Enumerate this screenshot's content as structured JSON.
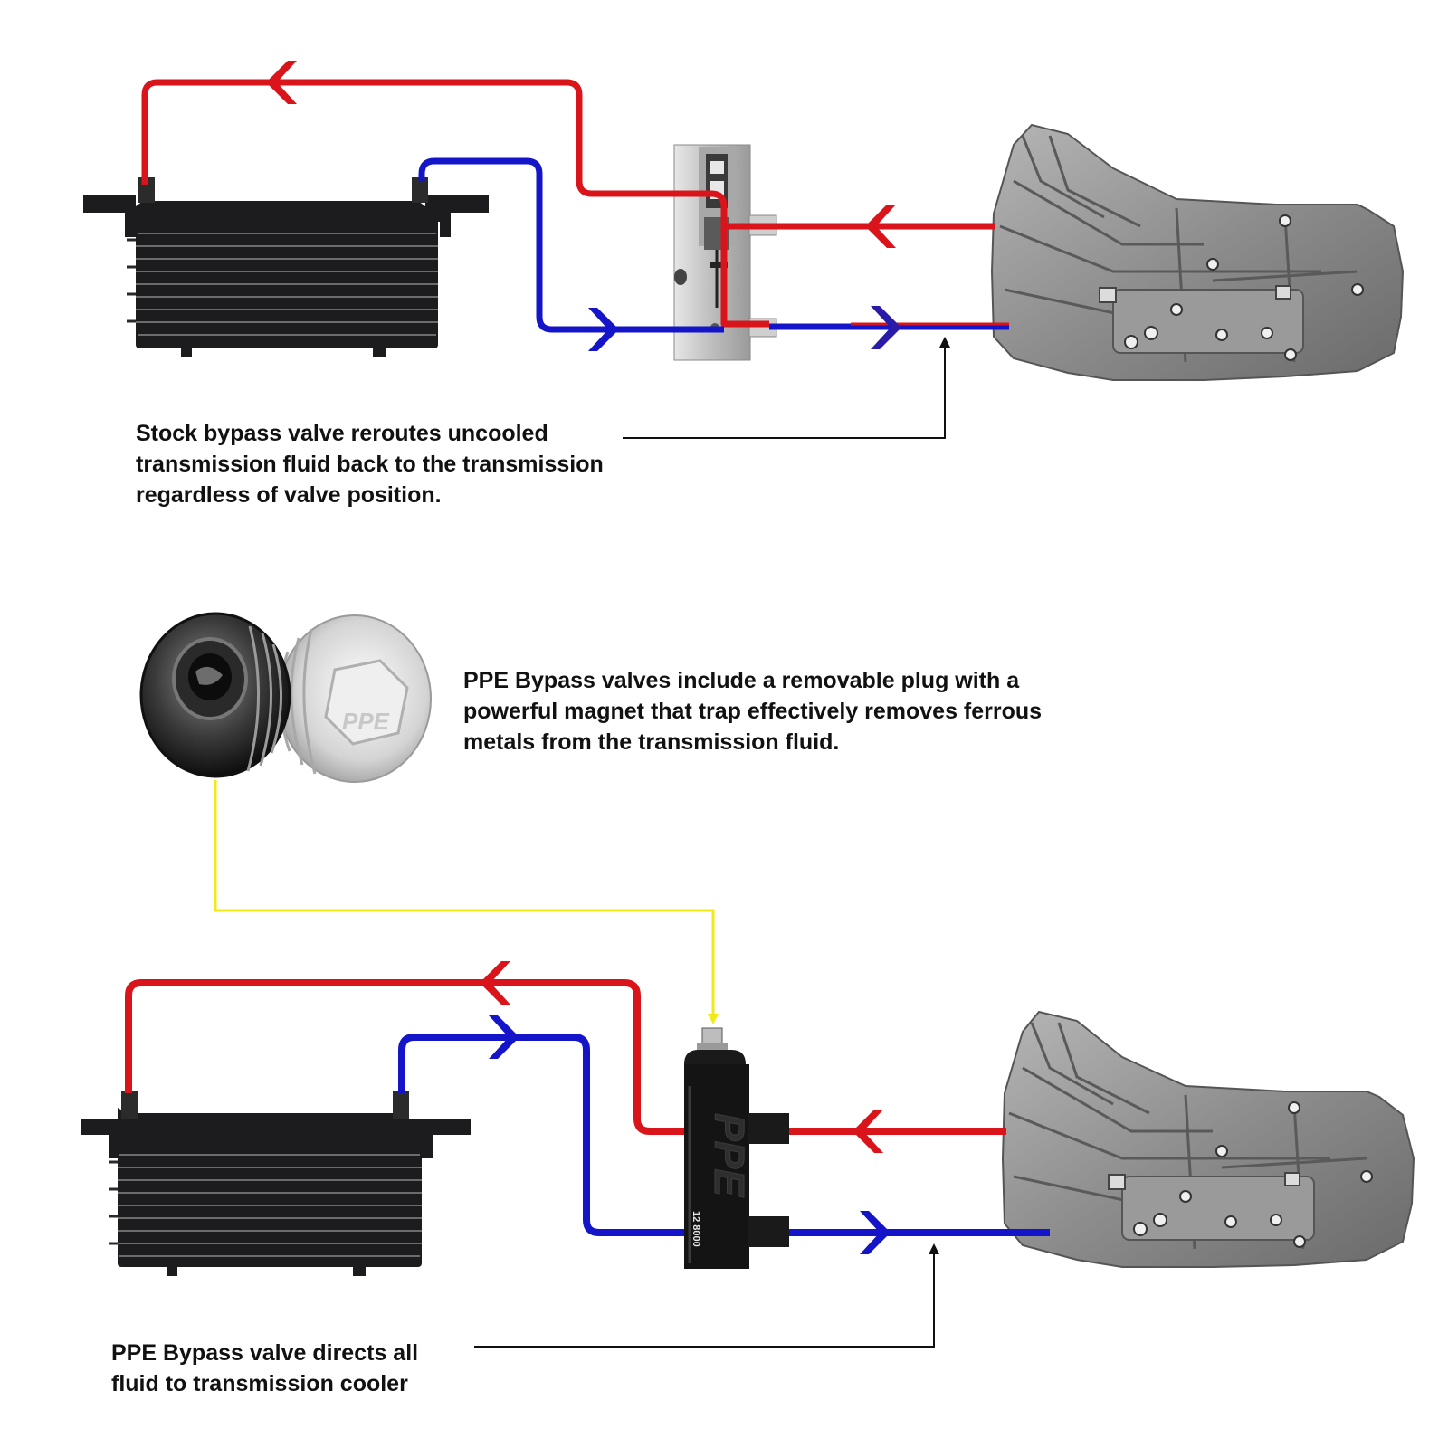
{
  "colors": {
    "hot_line": "#d9141b",
    "cool_line": "#1414c8",
    "magnet_callout": "#f2ea16",
    "cooler_body": "#1c1c1e",
    "transmission_body": "#8f8f8f",
    "stock_valve_body": "#c9c9c9",
    "ppe_valve_body": "#141414"
  },
  "captions": {
    "stock_valve": {
      "line1": "Stock bypass valve reroutes uncooled",
      "line2": "transmission fluid back to the transmission",
      "line3": "regardless of valve position."
    },
    "magnet_plug": {
      "line1": "PPE Bypass valves include a removable plug with a",
      "line2": "powerful magnet that trap effectively removes ferrous",
      "line3": "metals from the transmission fluid."
    },
    "ppe_valve": {
      "line1": "PPE Bypass valve directs all",
      "line2": "fluid to transmission cooler"
    }
  },
  "logos": {
    "plug_logo": "PPE",
    "valve_logo": "PPE",
    "valve_part_number": "12 8000"
  },
  "icons": {
    "cooler": "transmission-cooler-icon",
    "transmission": "transmission-housing-icon",
    "stock_valve": "stock-bypass-valve-icon",
    "ppe_valve": "ppe-bypass-valve-icon",
    "plug": "magnetic-plug-icon",
    "arrow": "chevron-flow-arrow-icon"
  }
}
